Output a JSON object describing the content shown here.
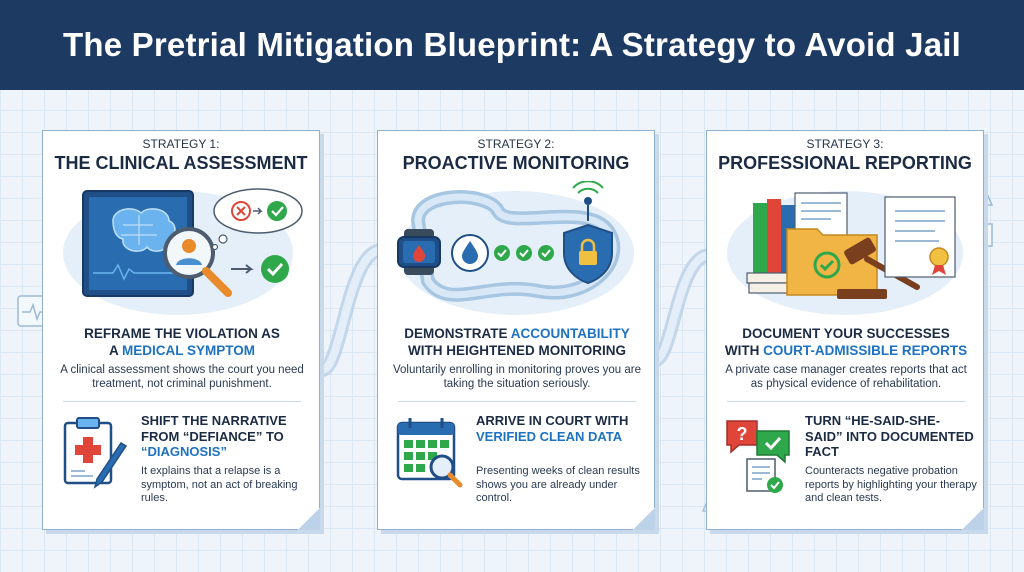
{
  "header": {
    "title": "The Pretrial Mitigation Blueprint: A Strategy to Avoid Jail"
  },
  "colors": {
    "header_bg": "#1d3a63",
    "accent_blue": "#1d72c2",
    "accent_green": "#2ea84a",
    "accent_red": "#e0453a",
    "accent_orange": "#e98a2b"
  },
  "cards": [
    {
      "kicker": "STRATEGY 1:",
      "title": "THE CLINICAL ASSESSMENT",
      "headline_line1": "REFRAME THE VIOLATION AS",
      "headline_pre": "A ",
      "headline_accent": "MEDICAL SYMPTOM",
      "headline_post": "",
      "desc": "A clinical assessment shows the court you need treatment, not criminal punishment.",
      "sub_title_pre": "SHIFT THE NARRATIVE FROM “DEFIANCE” TO ",
      "sub_title_accent": "“DIAGNOSIS”",
      "sub_desc": "It explains that a relapse is a symptom, not an act of breaking rules.",
      "icons": [
        "brain-scan-icon",
        "magnifier-icon",
        "user-icon",
        "thought-bubble-icon",
        "checkmark-icon",
        "clipboard-medical-icon",
        "pen-icon"
      ]
    },
    {
      "kicker": "STRATEGY 2:",
      "title": "PROACTIVE MONITORING",
      "headline_line1_pre": "DEMONSTRATE ",
      "headline_line1_accent": "ACCOUNTABILITY",
      "headline_line2": "WITH HEIGHTENED MONITORING",
      "desc": "Voluntarily enrolling in monitoring proves you are taking the situation seriously.",
      "sub_title_pre": "ARRIVE IN COURT WITH ",
      "sub_title_accent": "VERIFIED CLEAN DATA",
      "sub_desc": "Presenting weeks of clean results shows you are already under control.",
      "icons": [
        "smartwatch-icon",
        "water-drop-icon",
        "checkmark-icon",
        "shield-lock-icon",
        "calendar-check-icon",
        "magnifier-icon"
      ]
    },
    {
      "kicker": "STRATEGY 3:",
      "title": "PROFESSIONAL REPORTING",
      "headline_line1": "DOCUMENT YOUR SUCCESSES",
      "headline_line2_pre": "WITH ",
      "headline_line2_accent": "COURT-ADMISSIBLE REPORTS",
      "desc": "A private case manager creates reports that act as physical evidence of rehabilitation.",
      "sub_title_pre": "TURN “HE-SAID-SHE-SAID” INTO ",
      "sub_title_accent": "",
      "sub_title_post": "DOCUMENTED FACT",
      "sub_desc": "Counteracts negative probation reports by highlighting your therapy and clean tests.",
      "icons": [
        "folder-icon",
        "gavel-icon",
        "certificate-icon",
        "books-icon",
        "chat-bubbles-icon",
        "document-check-icon"
      ]
    }
  ]
}
